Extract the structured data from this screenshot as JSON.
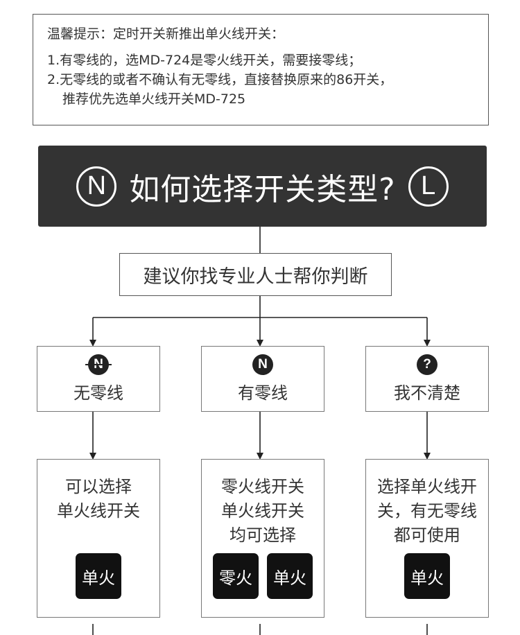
{
  "notice": {
    "title": "温馨提示：定时开关新推出单火线开关：",
    "line1": "1.有零线的，选MD-724是零火线开关，需要接零线；",
    "line2": "2.无零线的或者不确认有无零线，直接替换原来的86开关，",
    "line3": "推荐优先选单火线开关MD-725"
  },
  "header": {
    "left_symbol": "N",
    "title": "如何选择开关类型?",
    "right_symbol": "L"
  },
  "advice": "建议你找专业人士帮你判断",
  "options": [
    {
      "symbol": "N",
      "label": "无零线"
    },
    {
      "symbol": "N",
      "label": "有零线"
    },
    {
      "symbol": "?",
      "label": "我不清楚"
    }
  ],
  "results": [
    {
      "lines": [
        "可以选择",
        "单火线开关"
      ],
      "chips": [
        "单火"
      ]
    },
    {
      "lines": [
        "零火线开关",
        "单火线开关",
        "均可选择"
      ],
      "chips": [
        "零火",
        "单火"
      ]
    },
    {
      "lines": [
        "选择单火线开",
        "关，有无零线",
        "都可使用"
      ],
      "chips": [
        "单火"
      ]
    }
  ],
  "colors": {
    "header_bg": "#333333",
    "chip_bg": "#111111",
    "border": "#555555"
  }
}
